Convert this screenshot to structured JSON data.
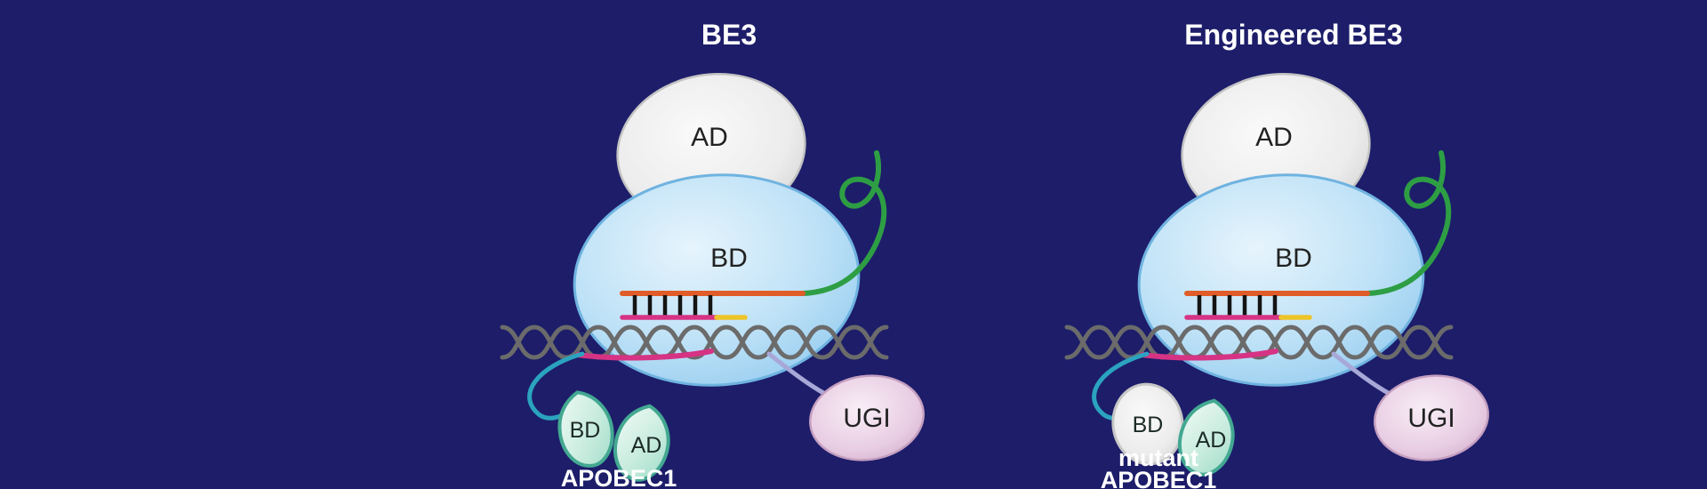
{
  "canvas": {
    "background": "#1d1d6a"
  },
  "left": {
    "title": "BE3",
    "cas9": {
      "ad_label": "AD",
      "bd_label": "BD"
    },
    "apobec1": {
      "bd_label": "BD",
      "ad_label": "AD",
      "name": "APOBEC1"
    },
    "ugi_label": "UGI"
  },
  "right": {
    "title": "Engineered BE3",
    "cas9": {
      "ad_label": "AD",
      "bd_label": "BD"
    },
    "apobec1": {
      "bd_label": "BD",
      "ad_label": "AD",
      "name_line1": "mutant",
      "name_line2": "APOBEC1"
    },
    "ugi_label": "UGI"
  },
  "colors": {
    "background": "#1d1d6a",
    "cas9_body_blue": "#aed7f2",
    "deaminase_gray": "#ececec",
    "sgrna_green": "#2e9e44",
    "spacer_orange": "#e05c28",
    "target_strand_magenta": "#d63384",
    "pam_yellow": "#edc427",
    "dna_gray": "#6b6b6b",
    "apobec_teal": "#43a891",
    "apobec_linker_teal": "#2ba3bf",
    "ugi_linker_lavender": "#a8a8d8",
    "ugi_pink": "#e3c4de",
    "title_white": "#ffffff"
  }
}
